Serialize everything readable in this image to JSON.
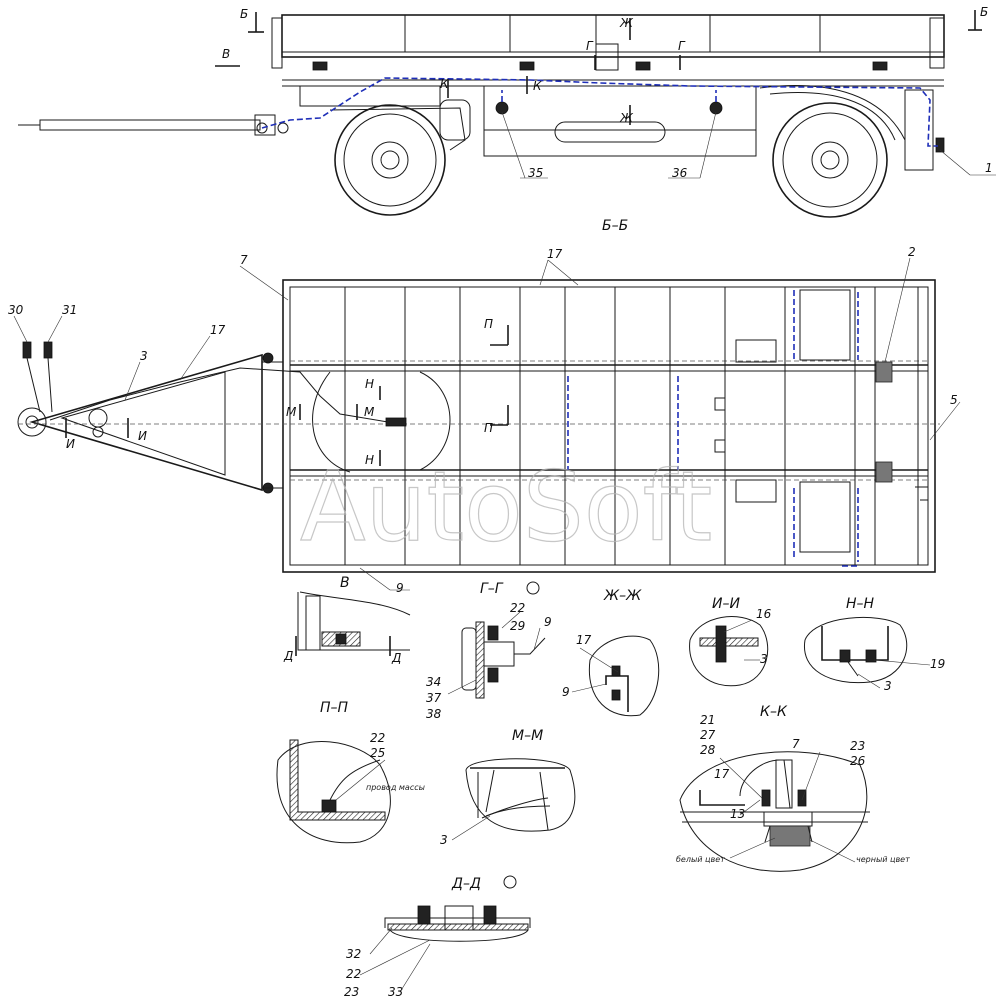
{
  "watermark": "AutoSoft",
  "sections": {
    "bb": "Б–Б",
    "v": "В",
    "gg": "Г–Г",
    "zhzh": "Ж–Ж",
    "ii": "И–И",
    "nn": "Н–Н",
    "pp": "П–П",
    "mm": "М–М",
    "kk": "К–К",
    "dd": "Д–Д"
  },
  "cut_marks": {
    "b": "Б",
    "v": "В",
    "g": "Г",
    "zh": "Ж",
    "k": "К",
    "p": "П",
    "n": "Н",
    "m": "М",
    "i": "И",
    "d": "Д"
  },
  "callouts": {
    "c1": "1",
    "c2": "2",
    "c3": "3",
    "c5": "5",
    "c7": "7",
    "c9": "9",
    "c13": "13",
    "c16": "16",
    "c17": "17",
    "c19": "19",
    "c21": "21",
    "c22": "22",
    "c23": "23",
    "c25": "25",
    "c26": "26",
    "c27": "27",
    "c28": "28",
    "c29": "29",
    "c30": "30",
    "c31": "31",
    "c32": "32",
    "c33": "33",
    "c34": "34",
    "c35": "35",
    "c36": "36",
    "c37": "37",
    "c38": "38"
  },
  "notes": {
    "ground_wire": "провод массы",
    "white_color": "белый цвет",
    "black_color": "черный цвет"
  },
  "colors": {
    "wire": "#1f2fb8",
    "line": "#1a1a1a",
    "watermark": "#b5b5b5"
  }
}
